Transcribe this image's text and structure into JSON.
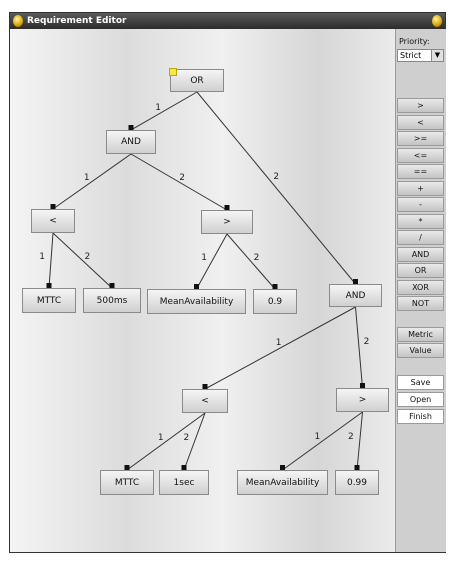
{
  "window": {
    "title": "Requirement Editor"
  },
  "sidebar": {
    "priority_label": "Priority:",
    "priority_value": "Strict",
    "priority_arrow": "▼",
    "operators": [
      ">",
      "<",
      ">=",
      "<=",
      "==",
      "+",
      "-",
      "*",
      "/",
      "AND",
      "OR",
      "XOR",
      "NOT"
    ],
    "types": [
      "Metric",
      "Value"
    ],
    "actions": [
      "Save",
      "Open",
      "Finish"
    ]
  },
  "tree": {
    "nodes": [
      {
        "id": "or",
        "label": "OR"
      },
      {
        "id": "and1",
        "label": "AND"
      },
      {
        "id": "lt1",
        "label": "<"
      },
      {
        "id": "gt1",
        "label": ">"
      },
      {
        "id": "mttc1",
        "label": "MTTC"
      },
      {
        "id": "ms",
        "label": "500ms"
      },
      {
        "id": "ma1",
        "label": "MeanAvailability"
      },
      {
        "id": "v09",
        "label": "0.9"
      },
      {
        "id": "and2",
        "label": "AND"
      },
      {
        "id": "lt2",
        "label": "<"
      },
      {
        "id": "gt2",
        "label": ">"
      },
      {
        "id": "mttc2",
        "label": "MTTC"
      },
      {
        "id": "sec",
        "label": "1sec"
      },
      {
        "id": "ma2",
        "label": "MeanAvailability"
      },
      {
        "id": "v099",
        "label": "0.99"
      }
    ],
    "edges": [
      {
        "from": "or",
        "to": "and1",
        "label": "1"
      },
      {
        "from": "or",
        "to": "and2",
        "label": "2"
      },
      {
        "from": "and1",
        "to": "lt1",
        "label": "1"
      },
      {
        "from": "and1",
        "to": "gt1",
        "label": "2"
      },
      {
        "from": "lt1",
        "to": "mttc1",
        "label": "1"
      },
      {
        "from": "lt1",
        "to": "ms",
        "label": "2"
      },
      {
        "from": "gt1",
        "to": "ma1",
        "label": "1"
      },
      {
        "from": "gt1",
        "to": "v09",
        "label": "2"
      },
      {
        "from": "and2",
        "to": "lt2",
        "label": "1"
      },
      {
        "from": "and2",
        "to": "gt2",
        "label": "2"
      },
      {
        "from": "lt2",
        "to": "mttc2",
        "label": "1"
      },
      {
        "from": "lt2",
        "to": "sec",
        "label": "2"
      },
      {
        "from": "gt2",
        "to": "ma2",
        "label": "1"
      },
      {
        "from": "gt2",
        "to": "v099",
        "label": "2"
      }
    ]
  }
}
